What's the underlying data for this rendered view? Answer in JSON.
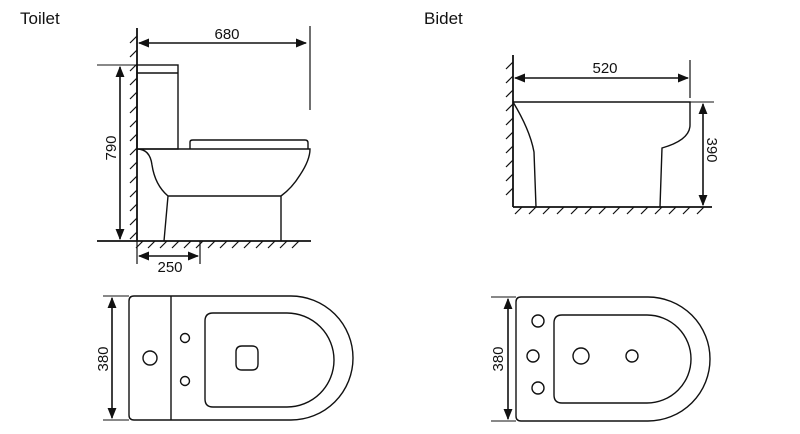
{
  "toilet": {
    "title": "Toilet",
    "dims": {
      "width": "680",
      "height": "790",
      "outlet": "250",
      "depth": "380"
    }
  },
  "bidet": {
    "title": "Bidet",
    "dims": {
      "width": "520",
      "height": "390",
      "depth": "380"
    }
  },
  "colors": {
    "line": "#111111",
    "background": "#ffffff"
  }
}
